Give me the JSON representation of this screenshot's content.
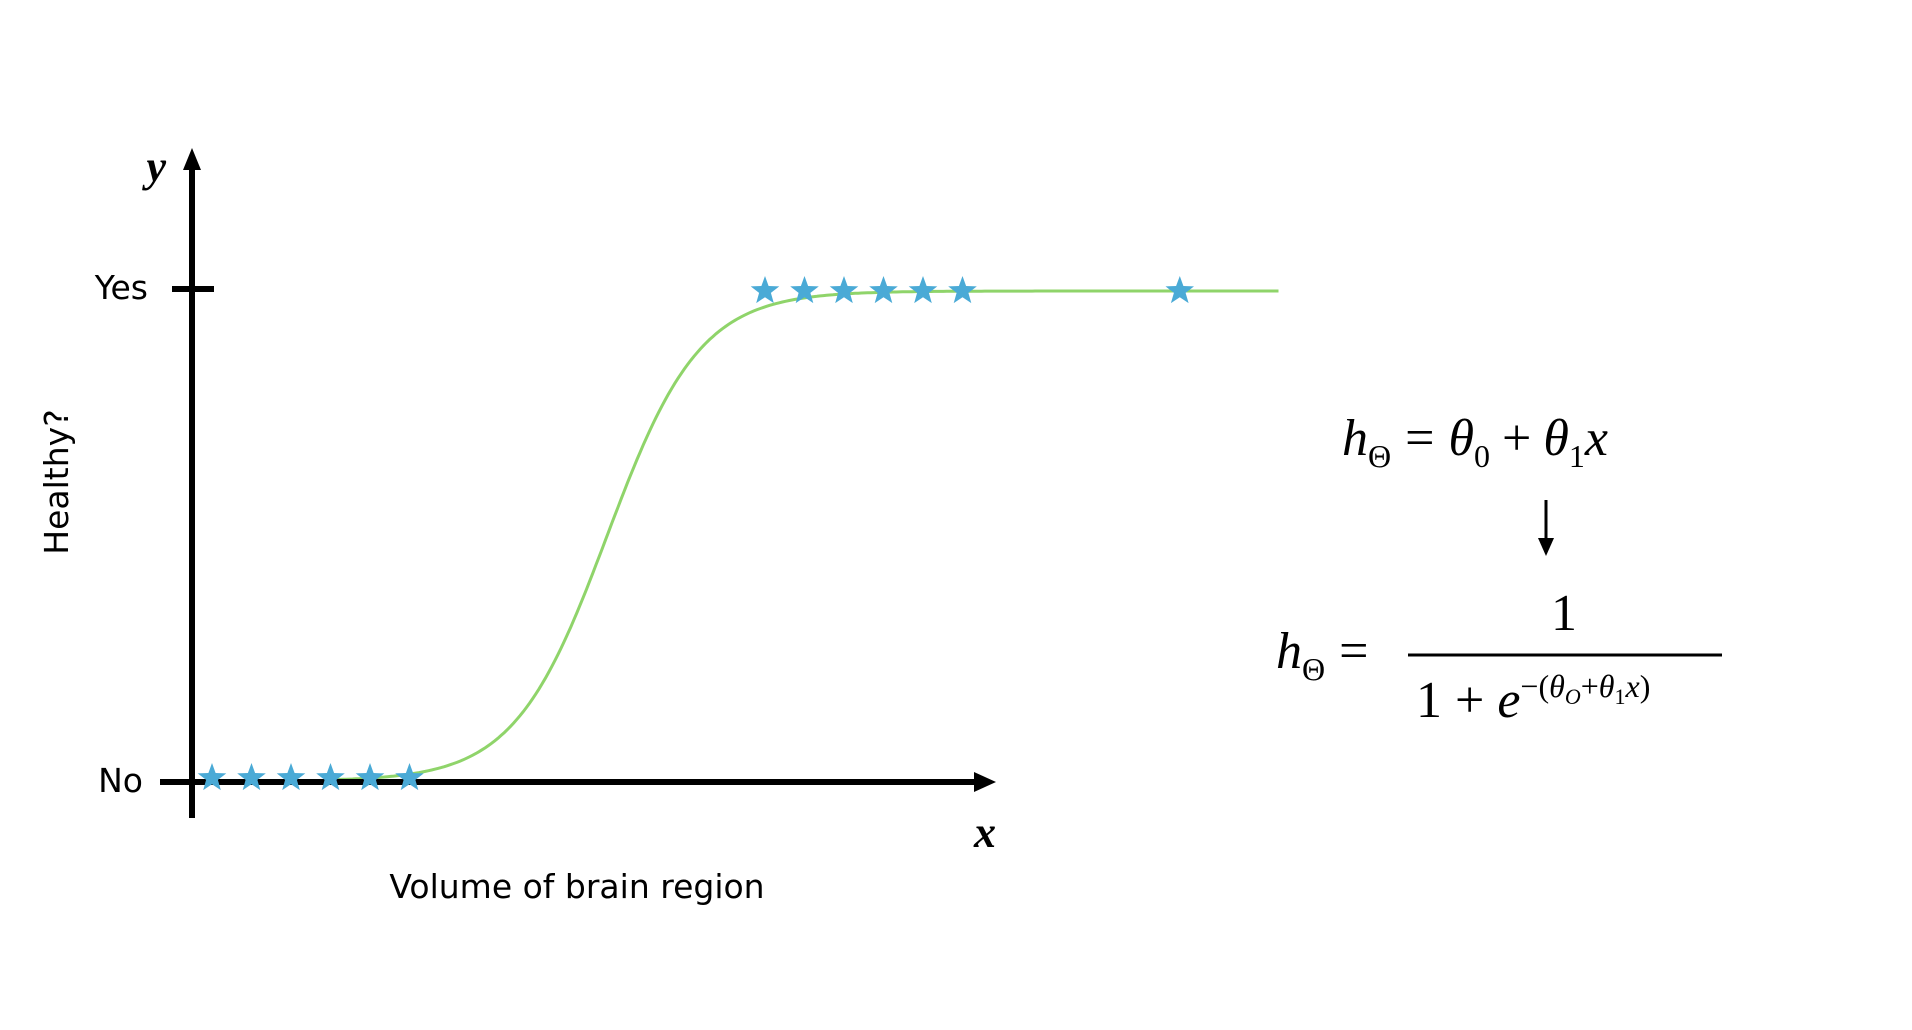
{
  "plot": {
    "y_axis_symbol": "y",
    "x_axis_symbol": "x",
    "y_axis_label": "Healthy?",
    "x_axis_label": "Volume of brain region",
    "tick_yes": "Yes",
    "tick_no": "No",
    "curve_color": "#8fd46a",
    "marker_color": "#4aaad6",
    "axis_color": "#000000"
  },
  "chart_data": {
    "type": "scatter",
    "xlabel": "Volume of brain region",
    "ylabel": "Healthy?",
    "y_categories": [
      "No",
      "Yes"
    ],
    "points_no": [
      1,
      2,
      3,
      4,
      5,
      6
    ],
    "points_yes": [
      15,
      16,
      17,
      18,
      19,
      20,
      25.5
    ],
    "curve": "sigmoid",
    "curve_range": [
      4,
      28
    ]
  },
  "equations": {
    "linear": {
      "h": "h",
      "h_sub": "Θ",
      "eq": "=",
      "theta0": "θ",
      "theta0_sub": "0",
      "plus": "+",
      "theta1": "θ",
      "theta1_sub": "1",
      "x": "x"
    },
    "arrow": "↓",
    "logistic": {
      "h": "h",
      "h_sub": "Θ",
      "eq": "=",
      "numerator": "1",
      "denominator": "1 + ",
      "e": "e",
      "exp_minus_paren": "−(",
      "exp_theta0": "θ",
      "exp_theta0_sub": "O",
      "exp_plus": "+",
      "exp_theta1": "θ",
      "exp_theta1_sub": "1",
      "exp_x": "x",
      "exp_close": ")"
    }
  }
}
